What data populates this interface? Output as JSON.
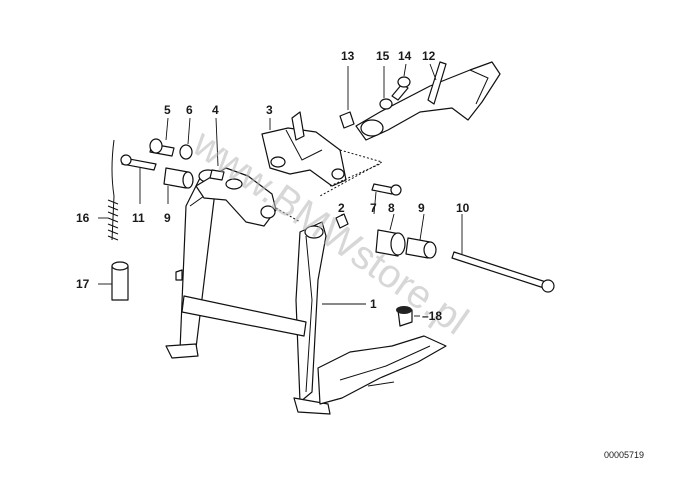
{
  "diagram": {
    "watermark": "www.BMWstore.pl",
    "catalog_number": "00005719",
    "callouts": [
      "1",
      "2",
      "3",
      "4",
      "5",
      "6",
      "7",
      "8",
      "9",
      "9",
      "10",
      "11",
      "12",
      "13",
      "14",
      "15",
      "16",
      "17",
      "18"
    ],
    "accent_color": "#111111",
    "watermark_color": "#b8b8b8"
  }
}
